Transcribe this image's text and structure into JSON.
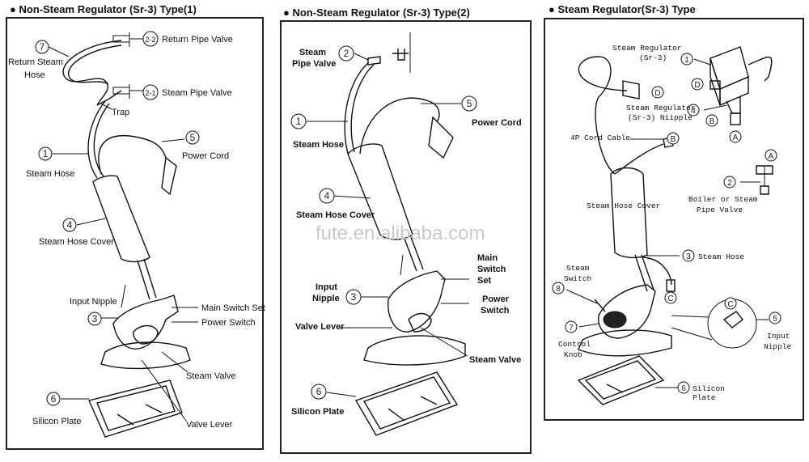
{
  "panels": [
    {
      "title": "● Non-Steam Regulator (Sr-3) Type(1)",
      "labels": {
        "return_pipe_valve": "Return Pipe Valve",
        "return_steam_hose": "Return Steam",
        "return_steam_hose_2": "Hose",
        "steam_pipe_valve": "Steam Pipe Valve",
        "trap": "Trap",
        "power_cord": "Power Cord",
        "steam_hose": "Steam Hose",
        "steam_hose_cover": "Steam Hose Cover",
        "input_nipple": "Input Nipple",
        "main_switch_set": "Main Switch Set",
        "power_switch": "Power Switch",
        "steam_valve": "Steam Valve",
        "silicon_plate": "Silicon Plate",
        "valve_lever": "Valve Lever"
      },
      "numbers": [
        "7",
        "2-2",
        "2-1",
        "5",
        "1",
        "4",
        "3",
        "6"
      ]
    },
    {
      "title": "● Non-Steam Regulator (Sr-3) Type(2)",
      "labels": {
        "steam_pipe_valve": "Steam",
        "steam_pipe_valve_2": "Pipe Valve",
        "power_cord": "Power Cord",
        "steam_hose": "Steam Hose",
        "steam_hose_cover": "Steam Hose Cover",
        "main_switch_set": "Main",
        "main_switch_set_2": "Switch",
        "main_switch_set_3": "Set",
        "input_nipple": "Input",
        "input_nipple_2": "Nipple",
        "power_switch": "Power",
        "power_switch_2": "Switch",
        "valve_lever": "Valve Lever",
        "steam_valve": "Steam Valve",
        "silicon_plate": "Silicon Plate"
      },
      "numbers": [
        "2",
        "5",
        "1",
        "4",
        "3",
        "6"
      ]
    },
    {
      "title": "● Steam Regulator(Sr-3) Type",
      "labels": {
        "steam_regulator": "Steam Regulator",
        "steam_regulator_2": "(Sr-3)",
        "steam_regulator_nipple": "Steam Regulator",
        "steam_regulator_nipple_2": "(Sr-3) Niipple",
        "cord_cable": "4P Cord Cable",
        "boiler_valve": "Boiler or Steam",
        "boiler_valve_2": "Pipe Valve",
        "steam_hose_cover": "Steam Hose Cover",
        "steam_hose": "Steam Hose",
        "steam_switch": "Steam",
        "steam_switch_2": "Switch",
        "control_knob": "Control",
        "control_knob_2": "Knob",
        "input_nipple": "Input",
        "input_nipple_2": "Nipple",
        "silicon_plate": "Silicon",
        "silicon_plate_2": "Plate"
      },
      "numbers": [
        "1",
        "4",
        "2",
        "3",
        "8",
        "7",
        "5",
        "6"
      ],
      "letters": [
        "D",
        "D",
        "B",
        "A",
        "B",
        "A",
        "C",
        "C"
      ]
    }
  ],
  "watermark": "fute.en.alibaba.com"
}
